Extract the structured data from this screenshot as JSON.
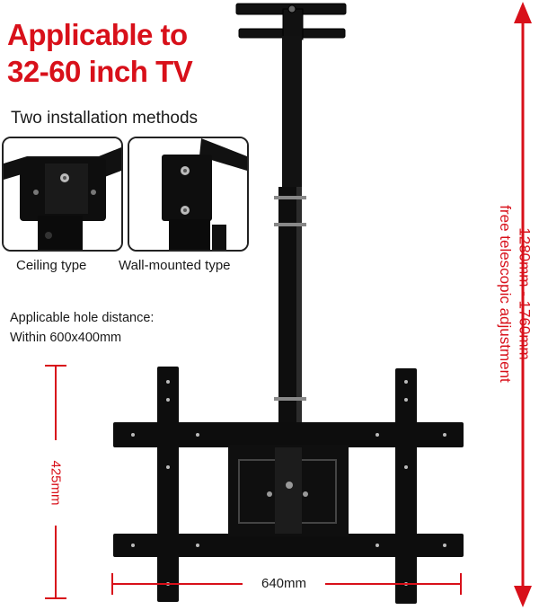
{
  "headline": {
    "line1": "Applicable to",
    "line2": "32-60 inch TV"
  },
  "installation": {
    "title": "Two installation methods",
    "ceiling_caption": "Ceiling type",
    "wall_caption": "Wall-mounted type"
  },
  "hole_distance": {
    "line1": "Applicable hole distance:",
    "line2": "Within 600x400mm"
  },
  "dimensions": {
    "height_range": "1280mm - 1760mm",
    "telescopic": "free telescopic adjustment",
    "vertical_spacing": "425mm",
    "horizontal_spacing": "640mm"
  },
  "colors": {
    "accent_red": "#d8101a",
    "mount_black": "#0d0d0d"
  }
}
